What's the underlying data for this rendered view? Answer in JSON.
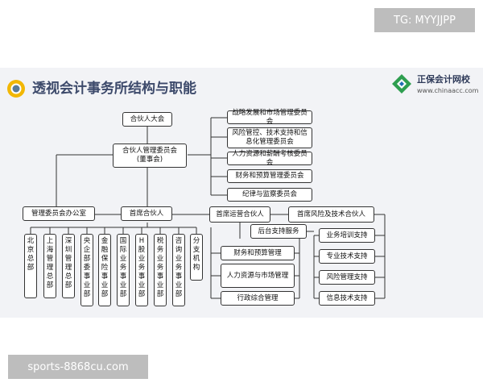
{
  "watermark_top": "TG: MYYJJPP",
  "watermark_bottom": "sports-8868cu.com",
  "header": {
    "title": "透视会计事务所结构与职能",
    "logo_name": "正保会计网校",
    "logo_url": "www.chinaacc.com"
  },
  "colors": {
    "title": "#3d4a6b",
    "icon_ring": "#f2b705",
    "icon_inner": "#5b7c99",
    "logo_green": "#2e9e4f",
    "logo_blue": "#1f6fb2"
  },
  "nodes": {
    "partners_assembly": "合伙人大会",
    "management_committee": "合伙人管理委员会\n(董事会)",
    "committees": [
      "战略发展和市场管理委员会",
      "风险管控、技术支持和信息化管理委员会",
      "人力资源和薪酬考核委员会",
      "财务和预算管理委员会",
      "纪律与监察委员会"
    ],
    "committee_office": "管理委员会办公室",
    "chief_partner": "首席合伙人",
    "chief_operating_partner": "首席运营合伙人",
    "chief_risk_partner": "首席风险及技术合伙人",
    "backoffice_service": "后台支持服务",
    "regional_headquarters": [
      "北京总部",
      "上海管理总部",
      "深圳管理总部"
    ],
    "business_divisions": [
      "央企部委事业部",
      "金融保险事业部",
      "国际业务事业部",
      "H股业务事业部",
      "税务业务事业部",
      "咨询业务事业部",
      "分支机构"
    ],
    "operating_functions": [
      "财务和预算管理",
      "人力资源与市场管理",
      "行政综合管理"
    ],
    "technical_supports": [
      "业务培训支持",
      "专业技术支持",
      "风险管理支持",
      "信息技术支持"
    ]
  }
}
